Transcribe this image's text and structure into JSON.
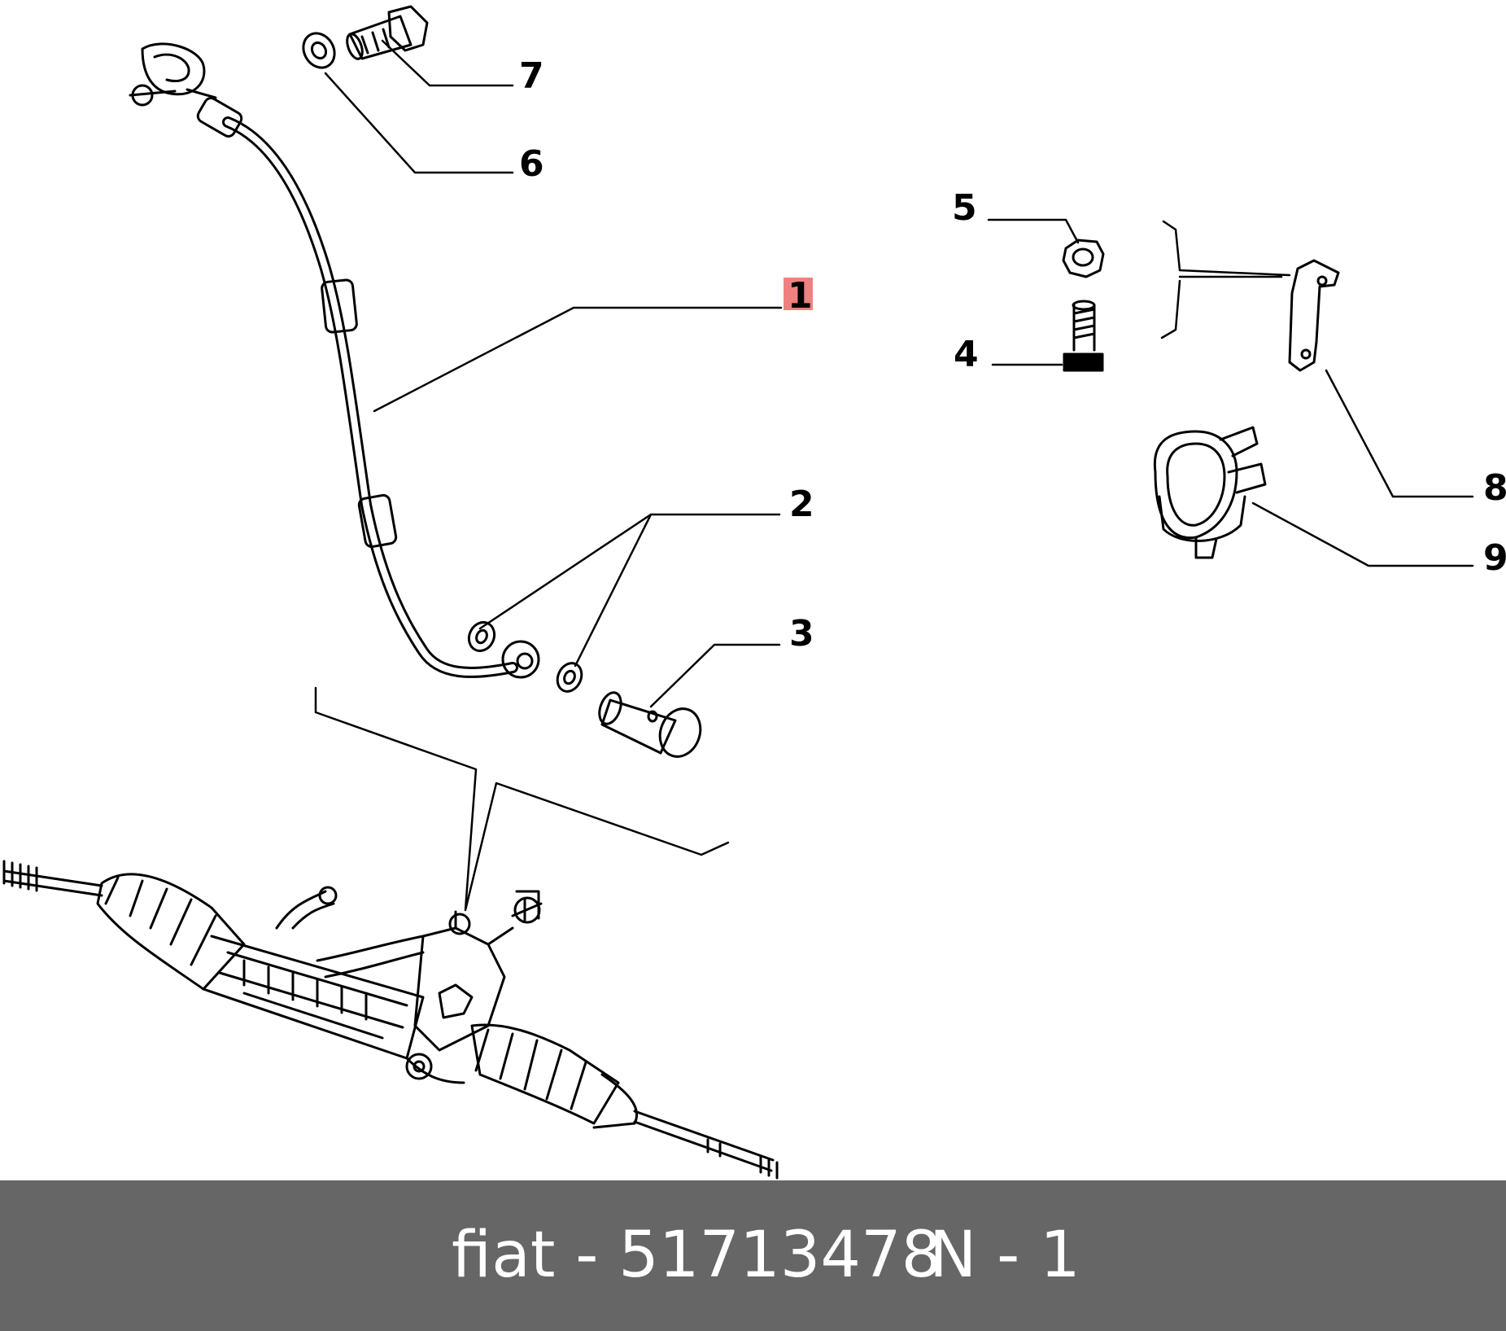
{
  "diagram": {
    "callouts": [
      {
        "number": "1",
        "highlighted": true
      },
      {
        "number": "2"
      },
      {
        "number": "3"
      },
      {
        "number": "4"
      },
      {
        "number": "5"
      },
      {
        "number": "6"
      },
      {
        "number": "7"
      },
      {
        "number": "8"
      },
      {
        "number": "9"
      }
    ],
    "highlight_color": "#f08080",
    "line_color": "#000000"
  },
  "footer": {
    "part_text": "fiat - 51713478",
    "page_text": "N - 1",
    "background": "#666666",
    "text_color": "#ffffff"
  }
}
